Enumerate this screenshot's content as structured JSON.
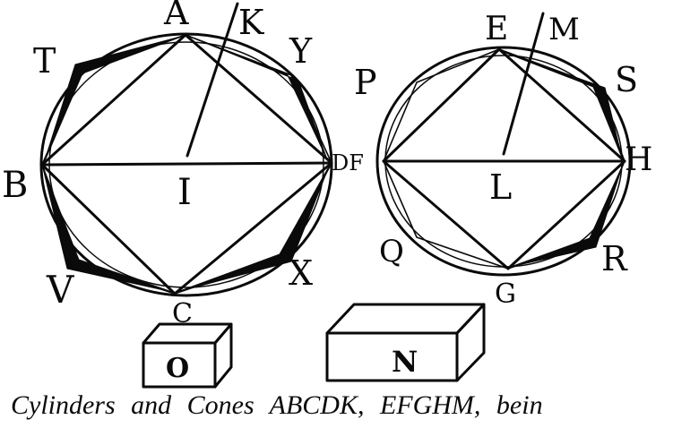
{
  "labels": {
    "A": "A",
    "K": "K",
    "Y": "Y",
    "T": "T",
    "P": "P",
    "B": "B",
    "I": "I",
    "DF": "DF",
    "V": "V",
    "X": "X",
    "C": "C",
    "E": "E",
    "M": "M",
    "S": "S",
    "H": "H",
    "L": "L",
    "Q": "Q",
    "R": "R",
    "G": "G"
  },
  "boxes": {
    "small": "O",
    "large": "N"
  },
  "caption": "Cylinders and Cones ABCDK, EFGHM, bein",
  "colors": {
    "ink": "#0a0a0a",
    "paper": "#ffffff"
  }
}
